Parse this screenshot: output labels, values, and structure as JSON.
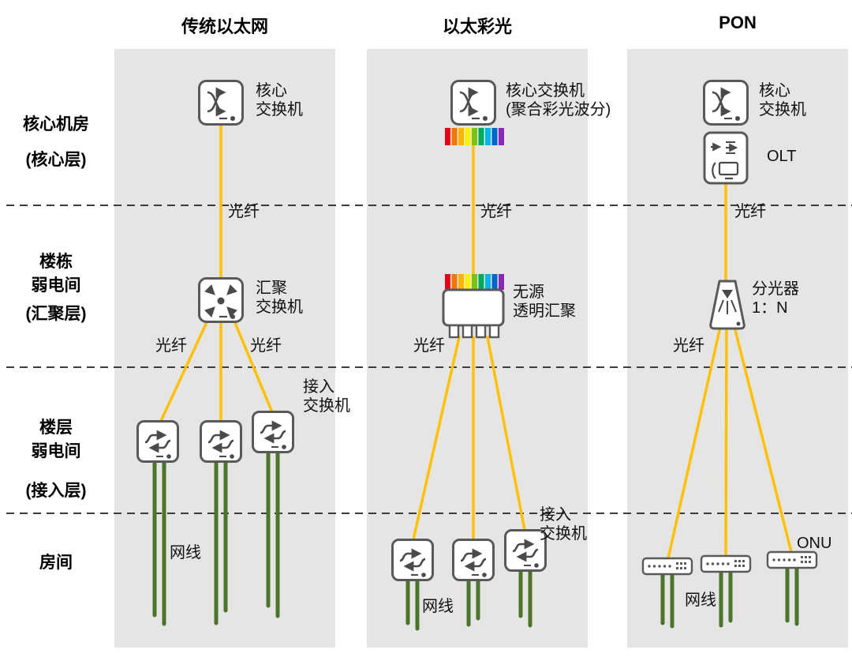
{
  "palette": {
    "fiber": "#FFC000",
    "cable": "#4C7428",
    "panel_bg": "#E5E5E5",
    "icon_stroke": "#595959",
    "rainbow": [
      "#E6001A",
      "#F07800",
      "#FFB400",
      "#FFF000",
      "#7AC40E",
      "#00A95C",
      "#00B4E6",
      "#0064C8",
      "#8C28B4"
    ]
  },
  "headers": {
    "traditional": "传统以太网",
    "color_light": "以太彩光",
    "pon": "PON"
  },
  "rows": {
    "core_room": "核心机房",
    "core_layer": "(核心层)",
    "building": "楼栋",
    "weak_room1": "弱电间",
    "agg_layer": "(汇聚层)",
    "floor": "楼层",
    "weak_room2": "弱电间",
    "access_layer": "(接入层)",
    "room": "房间"
  },
  "col1": {
    "core_switch": "核心\n交换机",
    "fiber1": "光纤",
    "agg_switch": "汇聚\n交换机",
    "fiber2": "光纤",
    "fiber3": "光纤",
    "access_switch": "接入\n交换机",
    "cable": "网线"
  },
  "col2": {
    "core_switch": "核心交换机\n(聚合彩光波分)",
    "fiber1": "光纤",
    "passive_agg": "无源\n透明汇聚",
    "fiber2": "光纤",
    "access_switch": "接入\n交换机",
    "cable": "网线"
  },
  "col3": {
    "core_switch": "核心\n交换机",
    "olt": "OLT",
    "fiber1": "光纤",
    "splitter": "分光器\n1：N",
    "fiber2": "光纤",
    "onu": "ONU",
    "cable": "网线"
  }
}
